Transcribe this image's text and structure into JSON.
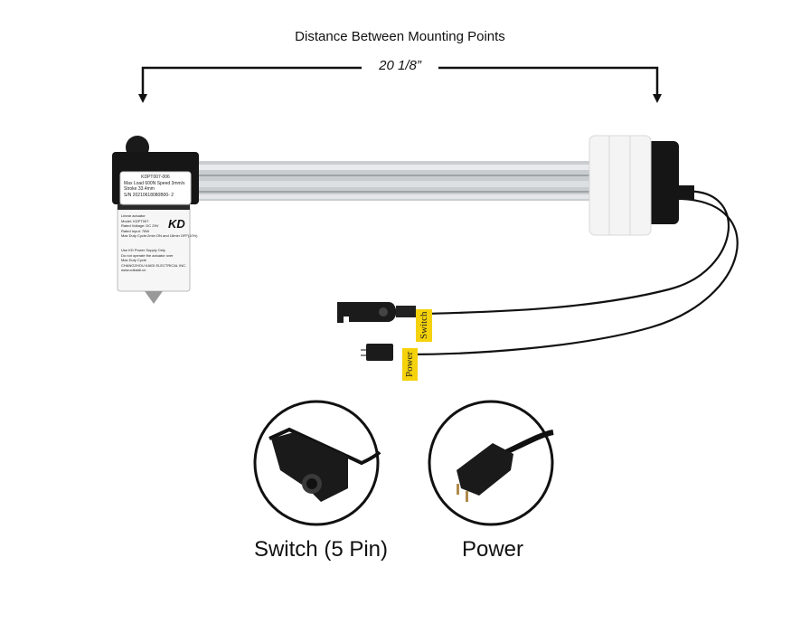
{
  "header": {
    "title": "Distance Between Mounting Points",
    "dimension": "20 1/8”"
  },
  "product": {
    "top_label": [
      "KDPT007-006",
      "Max Load 600N    Speed 3mm/s",
      "Stroke 33.4mm",
      "S/N 20210618080B00- 2"
    ],
    "main_label": [
      "Linear actuator",
      "Model: KDPT007",
      "Rated Voltage: DC 29V",
      "Rated Input: 78W",
      "Max Duty Cycle:2min ON and 18min OFF(10%)",
      "Use KD Power Supply Only",
      "Do not operate the actuator over",
      "Max Duty Cycle",
      "CHANGZHOU KAIDI ELECTRICAL INC.",
      "www.cdkaidi.cn"
    ],
    "logo": "KD"
  },
  "cables": {
    "switch_tag": "Switch",
    "power_tag": "Power"
  },
  "callouts": [
    {
      "label": "Switch (5 Pin)"
    },
    {
      "label": "Power"
    }
  ],
  "colors": {
    "tag": "#f5d20a",
    "rail": "#c9cdd0",
    "foam": "#f2f2f2",
    "black": "#141414"
  }
}
